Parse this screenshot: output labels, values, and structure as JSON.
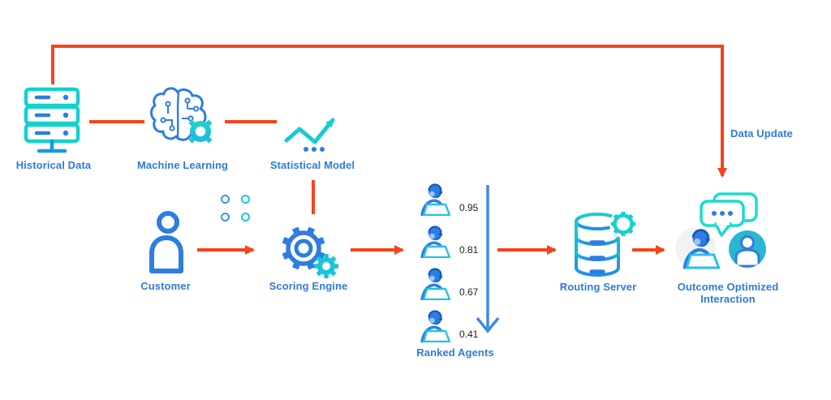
{
  "colors": {
    "flow_arrow_orange": "#f6441c",
    "label_blue": "#2f7bdb",
    "icon_blue": "#2e7de0",
    "icon_teal": "#13d2ce",
    "icon_cyan": "#25c1e8",
    "rank_arrow_blue": "#3f88e8",
    "score_text": "#222222"
  },
  "nodes": {
    "historical_data": {
      "label": "Historical Data",
      "icon": "server-stack-icon"
    },
    "machine_learning": {
      "label": "Machine Learning",
      "icon": "brain-gear-icon"
    },
    "statistical_model": {
      "label": "Statistical Model",
      "icon": "bar-chart-trend-icon"
    },
    "customer": {
      "label": "Customer",
      "icon": "person-outline-icon"
    },
    "scoring_engine": {
      "label": "Scoring Engine",
      "icon": "double-gear-icon"
    },
    "ranked_agents": {
      "label": "Ranked Agents",
      "icon": "agent-headset-laptop-icon",
      "agents": [
        {
          "score": "0.95"
        },
        {
          "score": "0.81"
        },
        {
          "score": "0.67"
        },
        {
          "score": "0.41"
        }
      ]
    },
    "routing_server": {
      "label": "Routing Server",
      "icon": "database-gear-icon"
    },
    "outcome_optimized_interaction": {
      "label_line1": "Outcome Optimized",
      "label_line2": "Interaction",
      "icons": [
        "chat-bubbles-icon",
        "agent-headset-laptop-icon",
        "person-circle-icon"
      ]
    }
  },
  "annotations": {
    "data_update_label": "Data Update"
  }
}
